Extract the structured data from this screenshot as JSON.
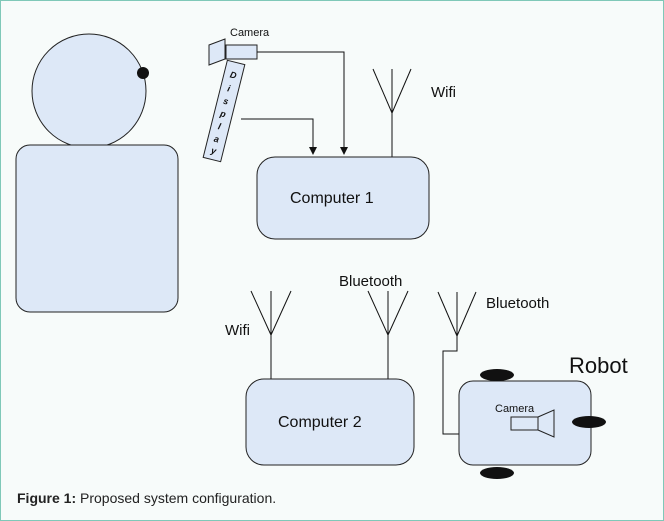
{
  "labels": {
    "camera_top": "Camera",
    "display_letters": [
      "D",
      "i",
      "s",
      "p",
      "l",
      "a",
      "y"
    ],
    "wifi_top": "Wifi",
    "computer1": "Computer 1",
    "wifi_left": "Wifi",
    "bluetooth_mid": "Bluetooth",
    "bluetooth_right": "Bluetooth",
    "computer2": "Computer 2",
    "robot": "Robot",
    "camera_robot": "Camera"
  },
  "caption": {
    "label": "Figure 1:",
    "text": " Proposed system configuration."
  },
  "colors": {
    "fill": "#dde8f7",
    "stroke": "#222222",
    "frame": "#7fc8b8"
  }
}
